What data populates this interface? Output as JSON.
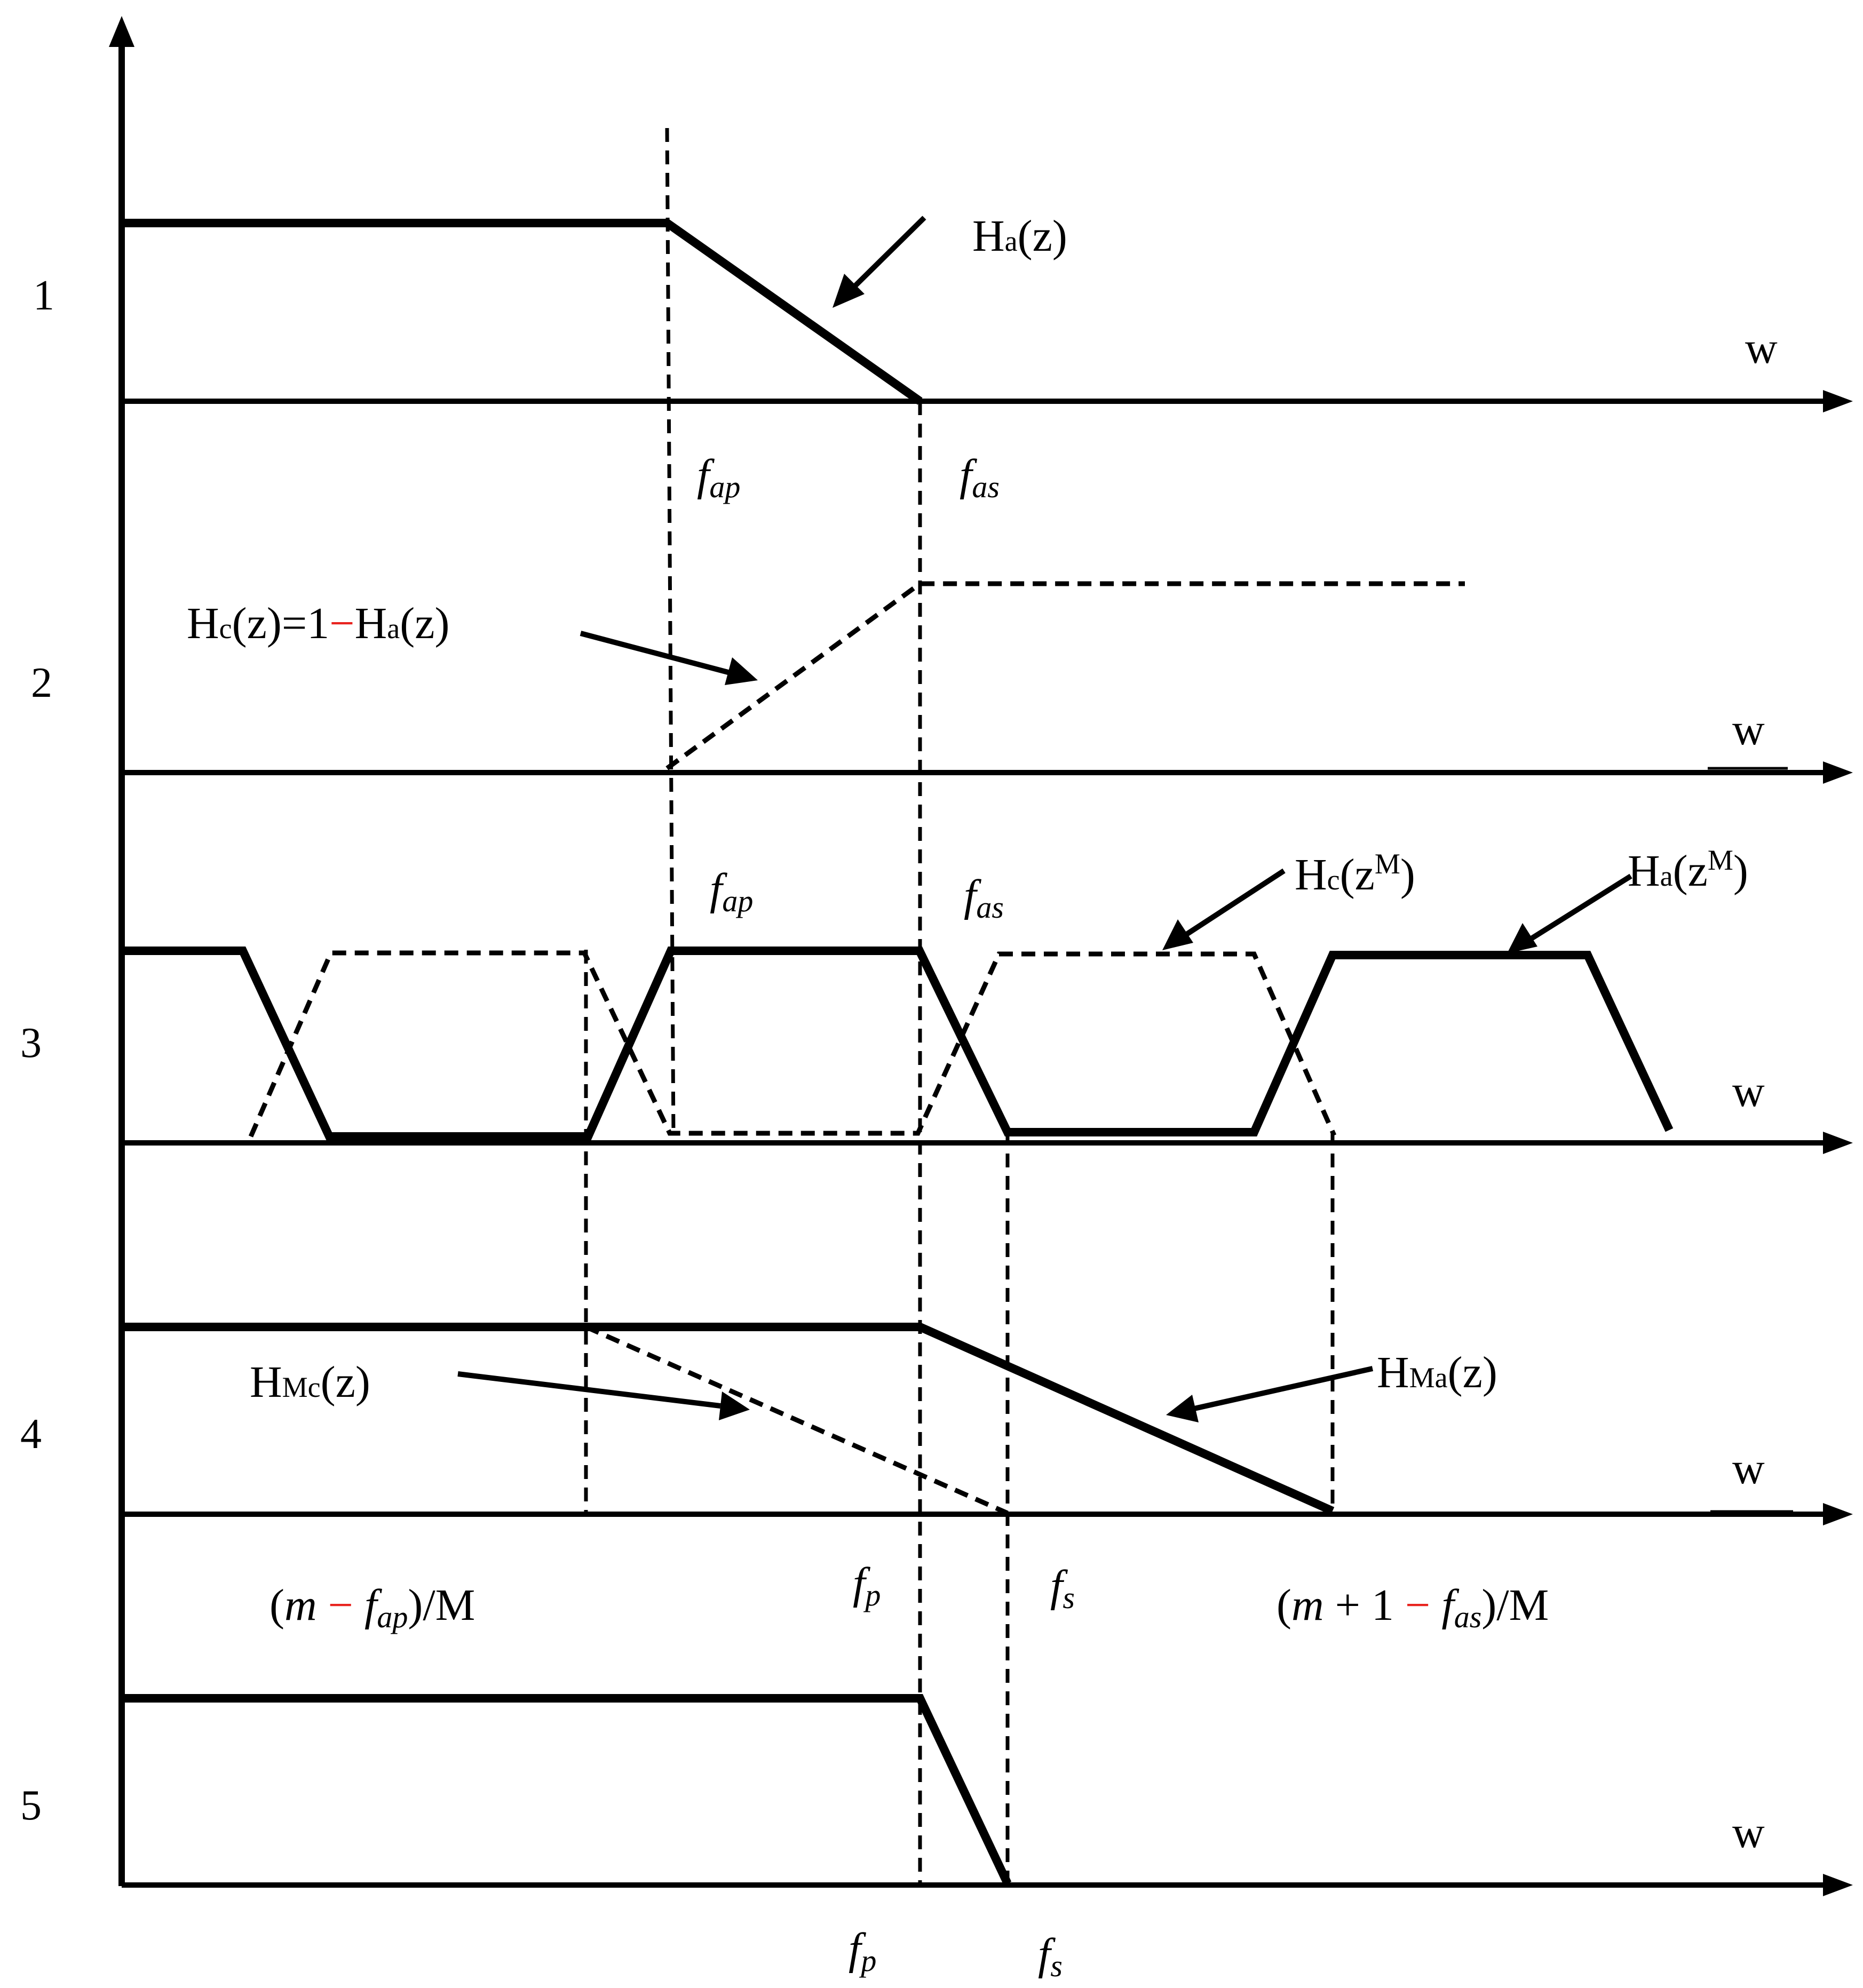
{
  "rows": [
    {
      "number": "1",
      "axis": "w"
    },
    {
      "number": "2",
      "axis": "w"
    },
    {
      "number": "3",
      "axis": "w"
    },
    {
      "number": "4",
      "axis": "w"
    },
    {
      "number": "5",
      "axis": "w"
    }
  ],
  "labels": {
    "ha_z": {
      "main": "H",
      "sub": "a",
      "rest": "(z)"
    },
    "hc_z": {
      "main": "H",
      "sub": "c",
      "mid": "(z)=1",
      "minus": "−",
      "main2": "H",
      "sub2": "a",
      "rest": "(z)"
    },
    "hc_zm": {
      "main": "H",
      "sub": "c",
      "paren": "(z",
      "sup": "M",
      "close": ")"
    },
    "ha_zm": {
      "main": "H",
      "sub": "a",
      "paren": "(z",
      "sup": "M",
      "close": ")"
    },
    "hmc_z": {
      "main": "H",
      "sub": "Mc",
      "rest": "(z)"
    },
    "hma_z": {
      "main": "H",
      "sub": "Ma",
      "rest": "(z)"
    },
    "f_ap": {
      "f": "f",
      "sub": "ap"
    },
    "f_as": {
      "f": "f",
      "sub": "as"
    },
    "f_p": {
      "f": "f",
      "sub": "p"
    },
    "f_s": {
      "f": "f",
      "sub": "s"
    },
    "left_formula": {
      "open": "(",
      "m": "m",
      "minus": " − ",
      "f": "f",
      "sub": "ap",
      "close": ")/M"
    },
    "right_formula": {
      "open": "(",
      "m": "m",
      "plus": " + 1 ",
      "minus": "− ",
      "f": "f",
      "sub": "as",
      "close": ")/M"
    }
  },
  "colors": {
    "line": "#000000",
    "accent": "#e8231e"
  }
}
